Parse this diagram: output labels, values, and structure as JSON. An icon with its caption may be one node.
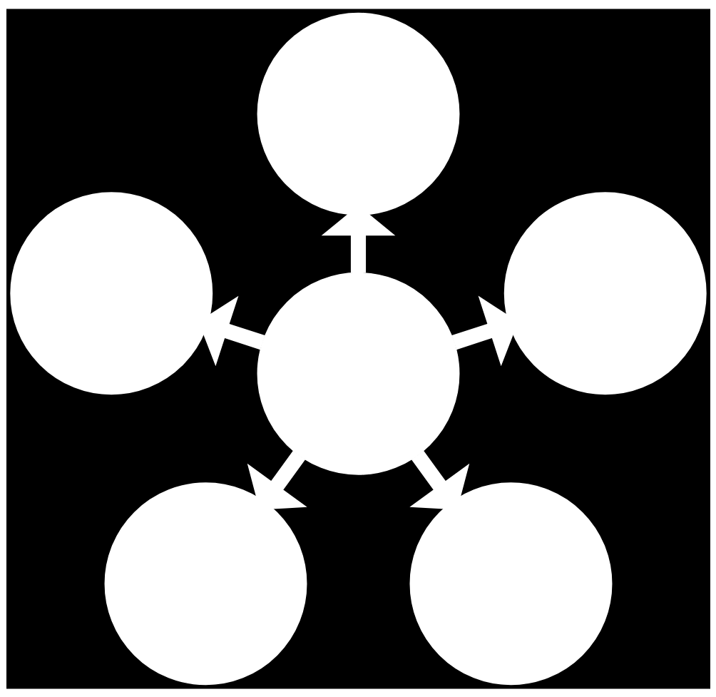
{
  "diagram": {
    "nodes": [
      {
        "text": [],
        "shape": "circle"
      },
      {
        "text": [],
        "shape": "circle"
      },
      {
        "text": [],
        "shape": "circle"
      },
      {
        "text": [],
        "shape": "circle"
      },
      {
        "text": [],
        "shape": "circle"
      },
      {
        "text": [],
        "shape": "circle"
      }
    ],
    "edges": [
      {
        "from": 3,
        "to": 0,
        "arrow": "to"
      },
      {
        "from": 3,
        "to": 2,
        "arrow": "to"
      },
      {
        "from": 3,
        "to": 5,
        "arrow": "to"
      },
      {
        "from": 3,
        "to": 4,
        "arrow": "to"
      },
      {
        "from": 3,
        "to": 1,
        "arrow": "to"
      }
    ]
  }
}
